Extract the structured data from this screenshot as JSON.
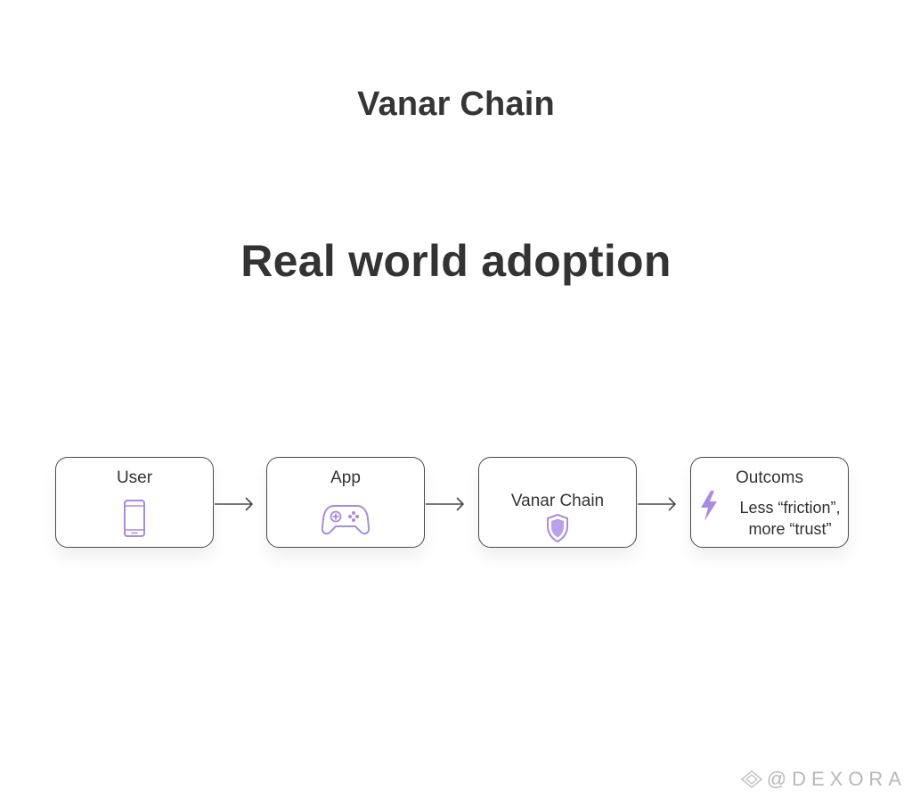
{
  "header": {
    "brand": "Vanar Chain",
    "headline": "Real world adoption"
  },
  "flow": {
    "steps": [
      {
        "label": "User",
        "icon": "smartphone-icon"
      },
      {
        "label": "App",
        "icon": "gamepad-icon"
      },
      {
        "label": "Vanar Chain",
        "icon": "shield-icon"
      },
      {
        "label": "Outcoms",
        "icon": "lightning-bolt-icon",
        "lines": [
          "Less “friction”,",
          "more “trust”"
        ]
      }
    ]
  },
  "colors": {
    "accent": "#a98be0",
    "accent_fill": "#b9a0ea",
    "text": "#333333",
    "border": "#4a4a4a"
  },
  "watermark": {
    "text": "@DEXORA"
  }
}
